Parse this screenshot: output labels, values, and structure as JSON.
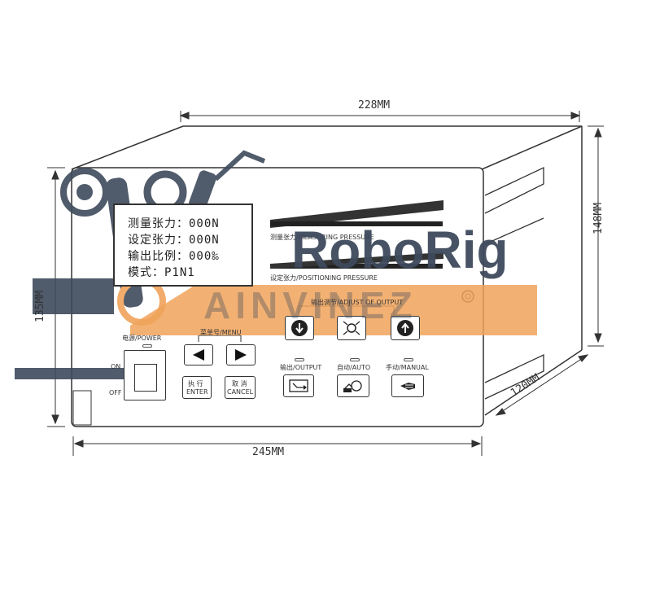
{
  "dimensions": {
    "width_top": "228MM",
    "width_bottom": "245MM",
    "height_right": "148MM",
    "height_left": "135MM",
    "depth": "120MM"
  },
  "lcd": {
    "line1": "测量张力：000N",
    "line2": "设定张力：000N",
    "line3": "输出比例：000‰",
    "line4": "模式：P1N1"
  },
  "bars": {
    "measuring": "测量张力/MEASURING PRESSURE",
    "positioning": "设定张力/POSITIONING PRESSURE"
  },
  "panel": {
    "adjust_output": "输出调节/ADJUST OF OUTPUT",
    "menu": "菜单号/MENU",
    "power": "电源/POWER",
    "on": "ON",
    "off": "OFF",
    "enter": "执行 ENTER",
    "enter_cn": "执 行",
    "enter_en": "ENTER",
    "cancel_cn": "取 消",
    "cancel_en": "CANCEL",
    "output": "输出/OUTPUT",
    "auto": "自动/AUTO",
    "manual": "手动/MANUAL"
  },
  "watermark": {
    "brand": "RoboRig",
    "sub": "AINVINEZ"
  },
  "colors": {
    "brand": "#3e4a5c",
    "accent": "#f0a35a",
    "line": "#333333"
  }
}
